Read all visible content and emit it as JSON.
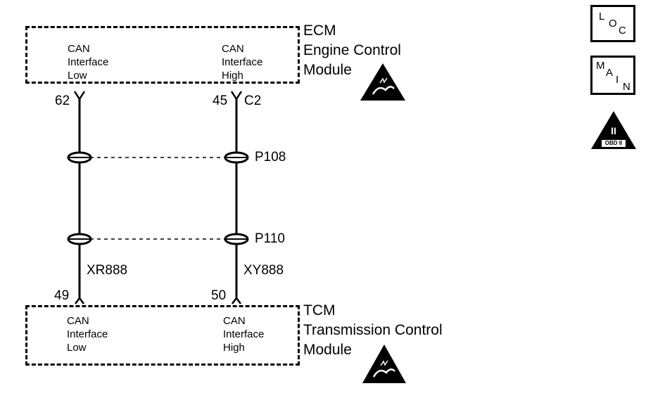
{
  "ecm": {
    "code": "ECM",
    "name_line1": "Engine Control",
    "name_line2": "Module",
    "left_terminal": {
      "line1": "CAN",
      "line2": "Interface",
      "line3": "Low"
    },
    "right_terminal": {
      "line1": "CAN",
      "line2": "Interface",
      "line3": "High"
    },
    "pin_left": "62",
    "pin_right": "45",
    "connector": "C2"
  },
  "splices": {
    "upper": "P108",
    "lower": "P110"
  },
  "wires": {
    "left": "XR888",
    "right": "XY888"
  },
  "tcm": {
    "code": "TCM",
    "name_line1": "Transmission Control",
    "name_line2": "Module",
    "left_terminal": {
      "line1": "CAN",
      "line2": "Interface",
      "line3": "Low"
    },
    "right_terminal": {
      "line1": "CAN",
      "line2": "Interface",
      "line3": "High"
    },
    "pin_left": "49",
    "pin_right": "50"
  },
  "icons": {
    "loc": {
      "l": "L",
      "o": "O",
      "c": "C"
    },
    "main": {
      "m": "M",
      "a": "A",
      "i": "I",
      "n": "N"
    },
    "obd": {
      "numeral": "II",
      "label": "OBD II"
    }
  }
}
